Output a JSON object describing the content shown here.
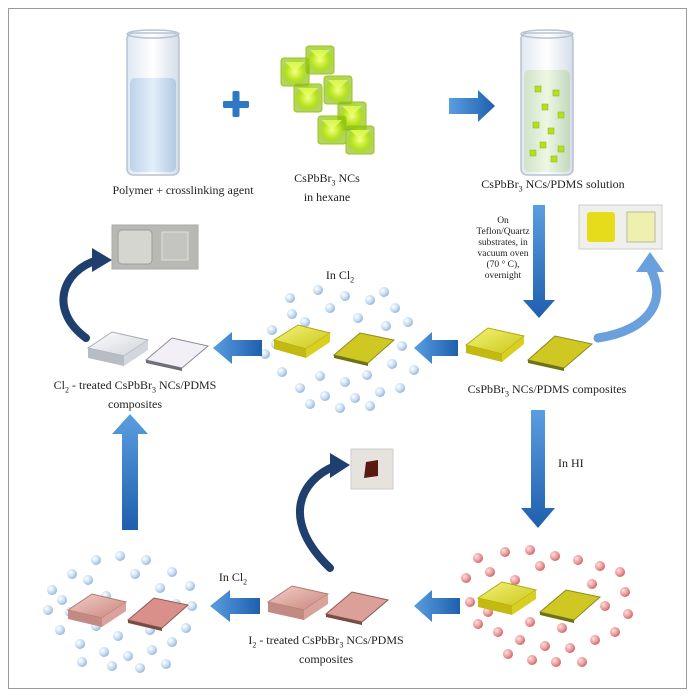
{
  "labels": {
    "polymer": "Polymer + crosslinking agent",
    "ncs_main": "CsPbBr",
    "ncs_sub": "3",
    "ncs_tail": " NCs",
    "ncs_line2": "in hexane",
    "solution_main": "CsPbBr",
    "solution_sub": "3",
    "solution_tail": " NCs/PDMS solution",
    "substrate_note": [
      "On",
      "Teflon/Quartz",
      "substrates, in",
      "vacuum oven",
      "(70 ° C),",
      "overnight"
    ],
    "composites_main": "CsPbBr",
    "composites_sub": "3",
    "composites_tail": " NCs/PDMS composites",
    "in_cl2_top": "In Cl",
    "in_cl2_top_sub": "2",
    "cl2_treated_a": "Cl",
    "cl2_treated_sub": "2",
    "cl2_treated_b": " - treated CsPbBr",
    "cl2_treated_sub2": "3",
    "cl2_treated_c": " NCs/PDMS",
    "cl2_treated_line2": "composites",
    "in_hi": "In HI",
    "in_cl2_bottom": "In Cl",
    "in_cl2_bottom_sub": "2",
    "i2_treated_a": "I",
    "i2_treated_sub": "2",
    "i2_treated_b": " - treated CsPbBr",
    "i2_treated_sub2": "3",
    "i2_treated_c": " NCs/PDMS",
    "i2_treated_line2": "composites"
  },
  "colors": {
    "arrow_blue": "#2f78c4",
    "curved_arrow_dark": "#1f3f6e",
    "curved_arrow_light": "#5b95d5",
    "yellow_slab": "#d8d820",
    "clear_slab": "#e8e8ee",
    "pink_slab": "#d8a09a",
    "cl_bubble": "#b8d4f0",
    "i_bubble": "#e88a8a",
    "nc_green": "#b8e020"
  }
}
